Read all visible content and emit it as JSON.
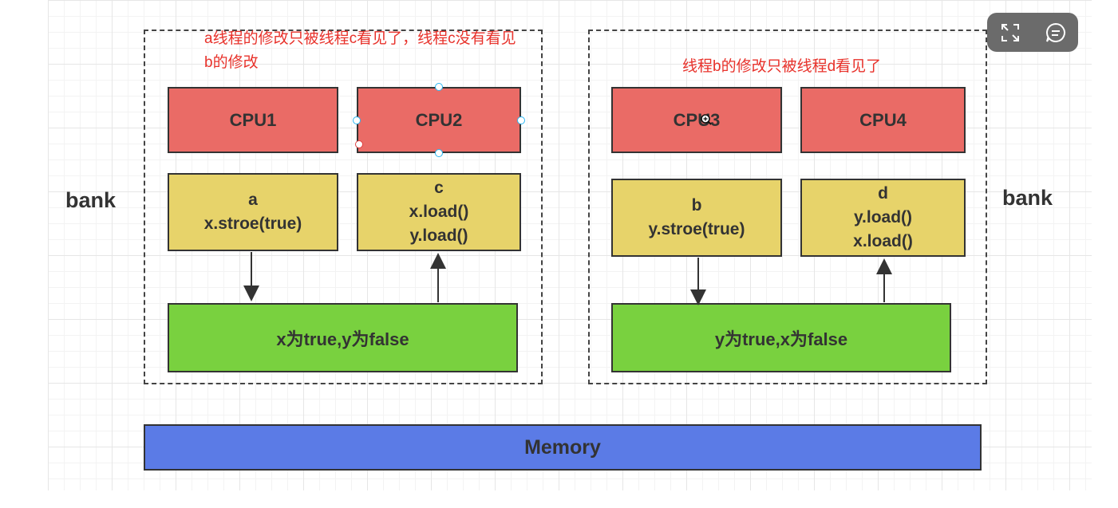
{
  "notes": {
    "left_line1": "a线程的修改只被线程c看见了，线程c没有看见",
    "left_line2": "b的修改",
    "right": "线程b的修改只被线程d看见了"
  },
  "bank_labels": {
    "left": "bank",
    "right": "bank"
  },
  "cpus": {
    "cpu1": "CPU1",
    "cpu2": "CPU2",
    "cpu3": "CPU3",
    "cpu4": "CPU4"
  },
  "caches": {
    "a": {
      "name": "a",
      "line1": "x.stroe(true)"
    },
    "c": {
      "name": "c",
      "line1": "x.load()",
      "line2": "y.load()"
    },
    "b": {
      "name": "b",
      "line1": "y.stroe(true)"
    },
    "d": {
      "name": "d",
      "line1": "y.load()",
      "line2": "x.load()"
    }
  },
  "bank_memory": {
    "left": "x为true,y为false",
    "right": "y为true,x为false"
  },
  "memory": "Memory",
  "colors": {
    "cpu": "#ea6b66",
    "cache": "#e7d36a",
    "bank_memory": "#79d13f",
    "memory": "#5b7be6",
    "note": "#e8322b"
  },
  "toolbar": {
    "icons": [
      "fullscreen-icon",
      "comment-icon"
    ]
  }
}
